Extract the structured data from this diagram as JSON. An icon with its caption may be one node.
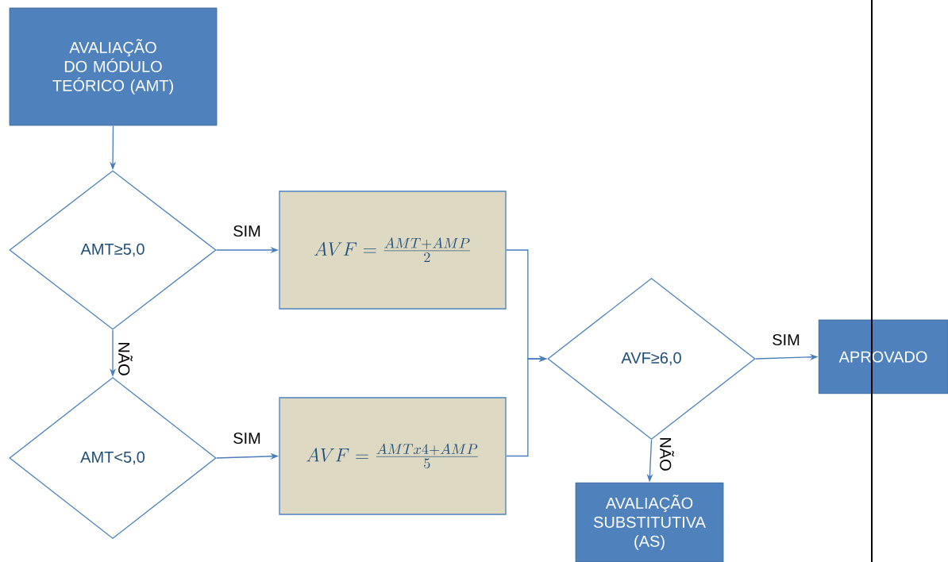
{
  "diagram": {
    "nodes": [
      {
        "text": [
          "AVALIAÇÃO DO MÓDULO TEÓRICO (AMT)"
        ]
      },
      {
        "text": [
          "AMT≥5,0"
        ]
      },
      {
        "text": [
          "AVF=\\frac{AMT+AMP}{2}"
        ]
      },
      {
        "text": [
          "AMT<5,0"
        ]
      },
      {
        "text": [
          "AVF=\\frac{AMTx4+AMP}{5}"
        ]
      },
      {
        "text": [
          "AVF≥6,0"
        ]
      },
      {
        "text": [
          "APROVADO"
        ]
      },
      {
        "text": [
          "AVALIAÇÃO SUBSTITUTIVA (AS)"
        ]
      }
    ],
    "edges": [
      {
        "from": 0,
        "to": 1,
        "arrow": "to"
      },
      {
        "from": 1,
        "to": 2,
        "arrow": "to",
        "label": "SIM"
      },
      {
        "from": 1,
        "to": 3,
        "arrow": "to",
        "label": "NÃO"
      },
      {
        "from": 3,
        "to": 4,
        "arrow": "to",
        "label": "SIM"
      },
      {
        "from": 2,
        "to": 5,
        "arrow": "to"
      },
      {
        "from": 4,
        "to": 5,
        "arrow": "to"
      },
      {
        "from": 5,
        "to": 6,
        "arrow": "to",
        "label": "SIM"
      },
      {
        "from": 5,
        "to": 7,
        "arrow": "to",
        "label": "NÃO"
      }
    ]
  }
}
